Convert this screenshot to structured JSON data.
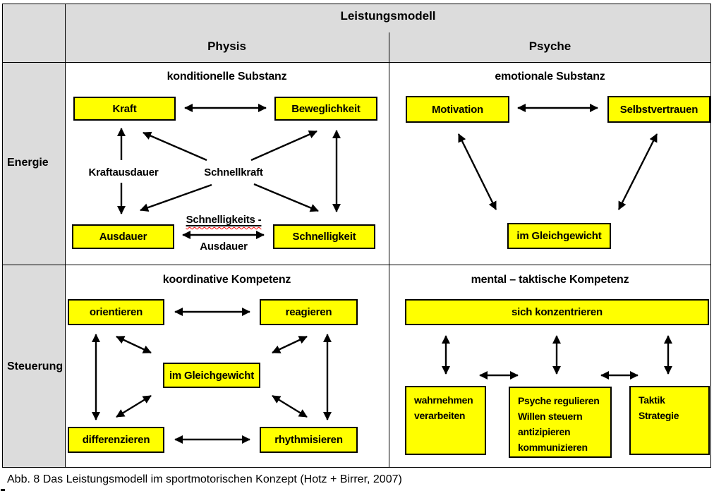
{
  "grid": {
    "title": "Leistungsmodell",
    "col_physis": "Physis",
    "col_psyche": "Psyche",
    "row_energie": "Energie",
    "row_steuerung": "Steuerung"
  },
  "quadrants": {
    "kond": {
      "heading": "konditionelle Substanz",
      "kraft": "Kraft",
      "beweglichkeit": "Beweglichkeit",
      "ausdauer": "Ausdauer",
      "schnelligkeit": "Schnelligkeit",
      "kraftausdauer": "Kraftausdauer",
      "schnellkraft": "Schnellkraft",
      "schnelligkeits_line1": "Schnelligkeits -",
      "schnelligkeits_line2": "Ausdauer"
    },
    "emot": {
      "heading": "emotionale Substanz",
      "motivation": "Motivation",
      "selbstvertrauen": "Selbstvertrauen",
      "gleichgewicht": "im Gleichgewicht"
    },
    "koord": {
      "heading": "koordinative Kompetenz",
      "orientieren": "orientieren",
      "reagieren": "reagieren",
      "gleichgewicht": "im Gleichgewicht",
      "differenzieren": "differenzieren",
      "rhythmisieren": "rhythmisieren"
    },
    "mental": {
      "heading": "mental – taktische Kompetenz",
      "konzentrieren": "sich konzentrieren",
      "wahrnehmen_line1": "wahrnehmen",
      "wahrnehmen_line2": "verarbeiten",
      "psyche_line1": "Psyche regulieren",
      "psyche_line2": "Willen steuern",
      "psyche_line3": "antizipieren",
      "psyche_line4": "kommunizieren",
      "taktik_line1": "Taktik",
      "taktik_line2": "Strategie"
    }
  },
  "caption": "Abb. 8 Das Leistungsmodell im sportmotorischen Konzept (Hotz + Birrer, 2007)",
  "colors": {
    "box_fill": "#ffff00",
    "box_border": "#000000",
    "header_fill": "#dcdcdc",
    "arrow": "#000000",
    "spellcheck_underline": "#ff0000"
  }
}
